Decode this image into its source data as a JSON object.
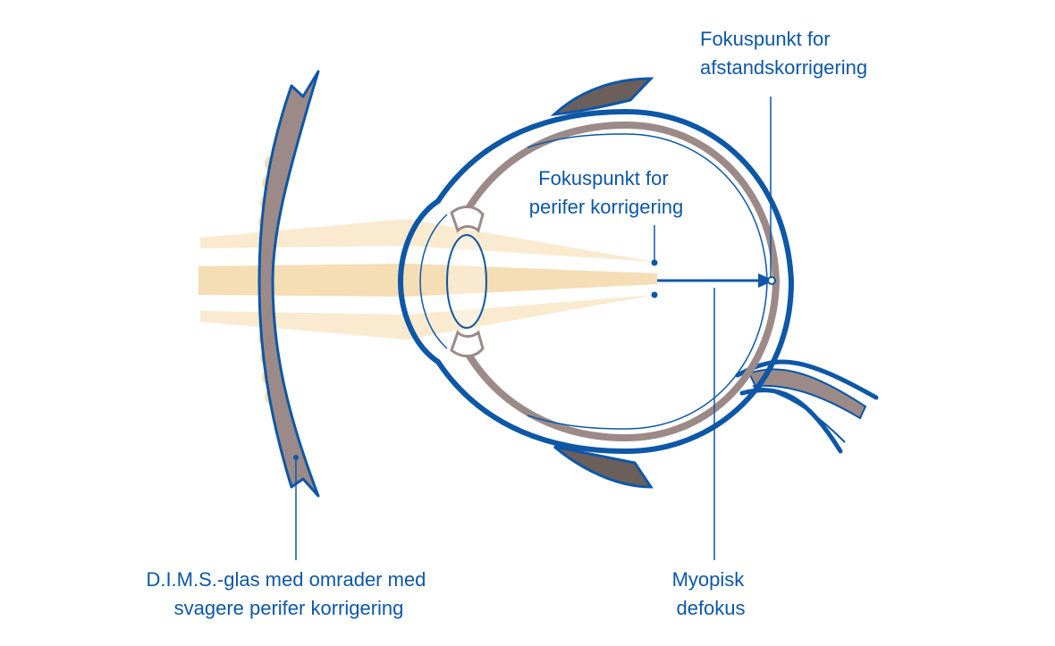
{
  "labels": {
    "distance_focus": [
      "Fokuspunkt for",
      "afstandskorrigering"
    ],
    "peripheral_focus": [
      "Fokuspunkt for",
      "perifer korrigering"
    ],
    "lens": [
      "D.I.M.S.-glas med omrader med",
      "svagere perifer korrigering"
    ],
    "myopic_defocus": [
      "Myopisk",
      "defokus"
    ]
  },
  "colors": {
    "blue": "#0d57a6",
    "grey": "#9c8a88",
    "dark_grey": "#6b5f5c",
    "beam": "#f5ddb5",
    "beam_light": "#f9ead0"
  }
}
